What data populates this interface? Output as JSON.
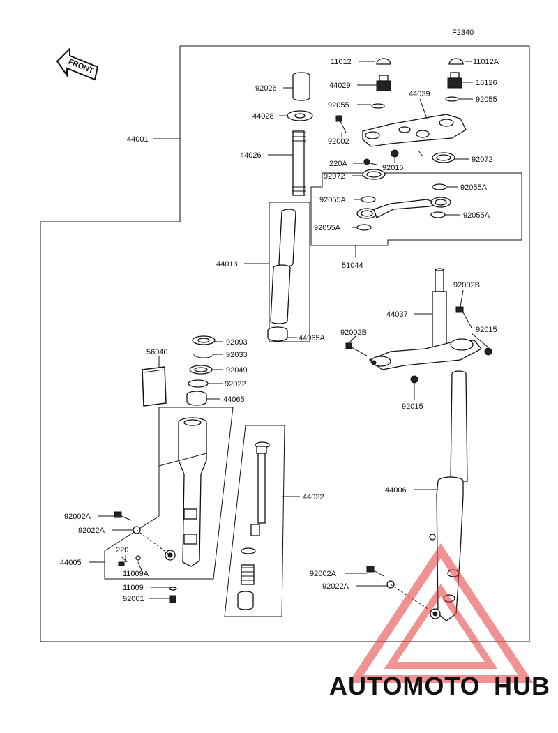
{
  "figure_code": "F2340",
  "front_label": "FRONT",
  "callouts": {
    "p44001": "44001",
    "p92026": "92026",
    "p44028": "44028",
    "p44026": "44026",
    "p44013": "44013",
    "p44065A": "44065A",
    "p92093": "92093",
    "p92033": "92033",
    "p92049": "92049",
    "p92022": "92022",
    "p44065": "44065",
    "p56040": "56040",
    "p44022": "44022",
    "p92002A_l": "92002A",
    "p92022A_l": "92022A",
    "p220": "220",
    "p44005": "44005",
    "p11009A": "11009A",
    "p11009": "11009",
    "p92001": "92001",
    "p11012": "11012",
    "p11012A": "11012A",
    "p44029": "44029",
    "p16126": "16126",
    "p92055_l": "92055",
    "p92055_r": "92055",
    "p44039": "44039",
    "p92002": "92002",
    "p220A": "220A",
    "p92015_t": "92015",
    "p92072_r": "92072",
    "p92072_l": "92072",
    "p92055A_tr": "92055A",
    "p92055A_ml": "92055A",
    "p92055A_mr": "92055A",
    "p92055A_bl": "92055A",
    "p51044": "51044",
    "p44037": "44037",
    "p92002B_r": "92002B",
    "p92015_r": "92015",
    "p92002B_l": "92002B",
    "p92015_b": "92015",
    "p44006": "44006",
    "p92002A_r": "92002A",
    "p92022A_r": "92022A"
  },
  "watermark": {
    "part1": "AUTOMOTO",
    "part2": "HUB",
    "color1": "#f2a23a",
    "color2": "#555555",
    "triangle_color": "#e63a3a"
  }
}
